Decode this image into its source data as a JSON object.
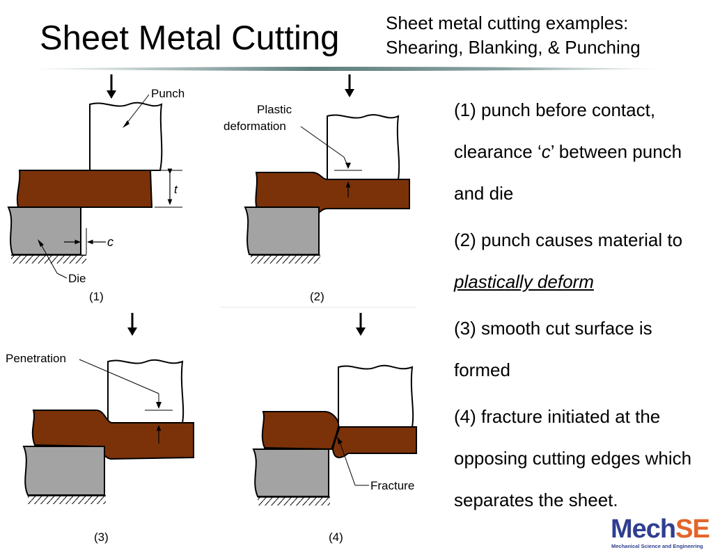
{
  "slide": {
    "title": "Sheet Metal Cutting",
    "subtitle_line1": "Sheet metal cutting examples:",
    "subtitle_line2": "Shearing, Blanking, & Punching"
  },
  "diagram": {
    "label_punch": "Punch",
    "label_die": "Die",
    "label_t": "t",
    "label_c": "c",
    "label_plastic": "Plastic",
    "label_deformation": "deformation",
    "label_penetration": "Penetration",
    "label_fracture": "Fracture",
    "step1": "(1)",
    "step2": "(2)",
    "step3": "(3)",
    "step4": "(4)"
  },
  "notes": {
    "n1_a": "(1) punch before contact, clearance ‘",
    "n1_c": "c",
    "n1_b": "’ between punch and die",
    "n2_a": "(2) punch causes material to ",
    "n2_em": "plastically deform",
    "n3": "(3) smooth cut surface is formed",
    "n4": "(4) fracture initiated at the opposing cutting edges which separates the sheet."
  },
  "logo": {
    "mech": "Mech",
    "se": "SE",
    "tagline": "Mechanical Science and Engineering"
  },
  "colors": {
    "sheet_metal": "#7b3209",
    "die": "#a3a3a3",
    "title_rule": "#5f7f7e",
    "logo_blue": "#2f3e8f",
    "logo_orange": "#e2662a"
  }
}
